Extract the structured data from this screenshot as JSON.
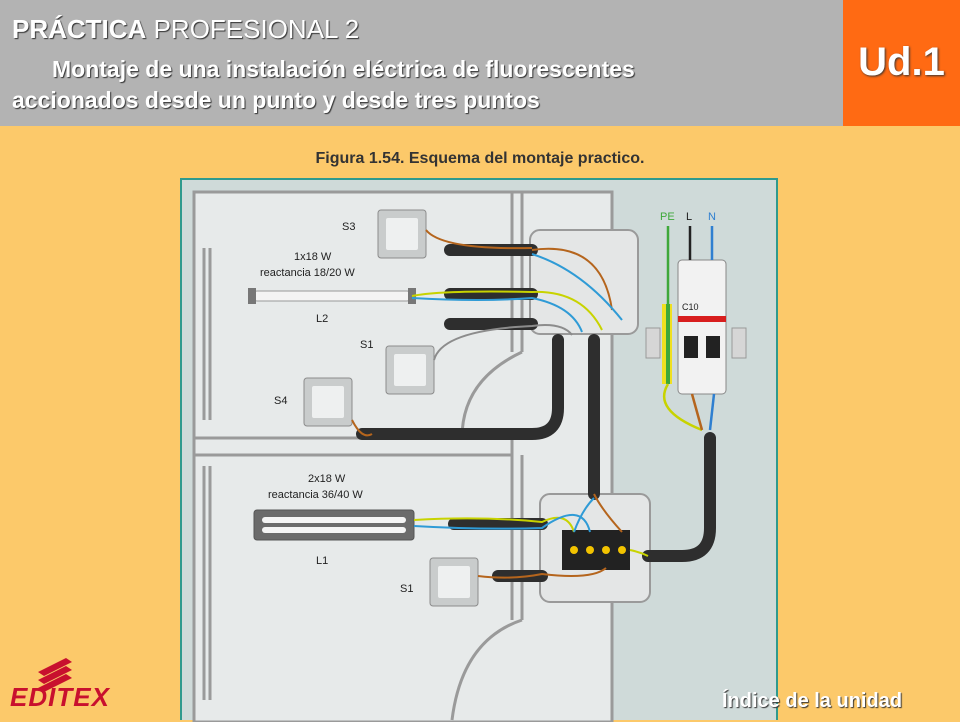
{
  "header": {
    "title_bold": "PRÁCTICA",
    "title_rest": "PROFESIONAL 2",
    "subtitle_line1": "Montaje de una instalación eléctrica de fluorescentes",
    "subtitle_line2": "accionados desde un punto y desde tres puntos",
    "unit": "Ud.1"
  },
  "figure": {
    "caption": "Figura 1.54. Esquema del montaje practico.",
    "labels": {
      "s3": "S3",
      "lamp_top_spec1": "1x18 W",
      "lamp_top_spec2": "reactancia 18/20 W",
      "l2": "L2",
      "s1_top": "S1",
      "s4": "S4",
      "lamp_bottom_spec1": "2x18 W",
      "lamp_bottom_spec2": "reactancia  36/40 W",
      "l1": "L1",
      "s1_bottom": "S1",
      "pe": "PE",
      "l": "L",
      "n": "N",
      "breaker": "C10"
    },
    "colors": {
      "pe": "#3FA83A",
      "l": "#222222",
      "n": "#2F7FD0",
      "brown": "#B5651D",
      "blue": "#2F9BD6",
      "yellowgreen": "#C8D300"
    }
  },
  "footer": {
    "logo_text": "EDITEX",
    "index_link": "Índice de la unidad"
  }
}
